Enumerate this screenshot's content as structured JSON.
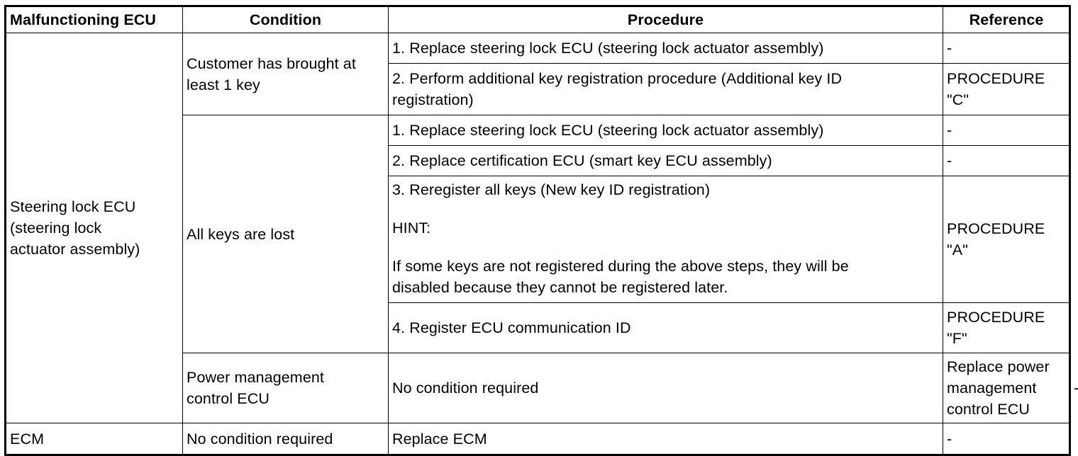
{
  "headers": {
    "malfunctioning_ecu": "Malfunctioning ECU",
    "condition": "Condition",
    "procedure": "Procedure",
    "reference": "Reference"
  },
  "steering": {
    "ecu_line1": "Steering lock ECU",
    "ecu_line2": "(steering lock",
    "ecu_line3": "actuator assembly)",
    "condition_a_line1": "Customer has brought at",
    "condition_a_line2": "least 1 key",
    "a_step1": "1. Replace steering lock ECU (steering lock actuator assembly)",
    "a_step1_ref": "-",
    "a_step2_line1": "2. Perform additional key registration procedure (Additional key ID",
    "a_step2_line2": "registration)",
    "a_step2_ref_line1": "PROCEDURE",
    "a_step2_ref_line2": "\"C\"",
    "condition_b": "All keys are lost",
    "b_step1": "1. Replace steering lock ECU (steering lock actuator assembly)",
    "b_step1_ref": "-",
    "b_step2": "2. Replace certification ECU (smart key ECU assembly)",
    "b_step2_ref": "-",
    "b_step3": "3. Reregister all keys (New key ID registration)",
    "b_step3_hint": "HINT:",
    "b_step3_note_line1": "If some keys are not registered during the above steps, they will be",
    "b_step3_note_line2": "disabled because they cannot be registered later.",
    "b_step3_ref_line1": "PROCEDURE",
    "b_step3_ref_line2": "\"A\"",
    "b_step4": "4. Register ECU communication ID",
    "b_step4_ref_line1": "PROCEDURE",
    "b_step4_ref_line2": "\"F\""
  },
  "power": {
    "ecu_line1": "Power management",
    "ecu_line2": "control ECU",
    "condition": "No condition required",
    "procedure": "Replace power management control ECU",
    "reference": "-"
  },
  "ecm": {
    "ecu": "ECM",
    "condition": "No condition required",
    "procedure": "Replace ECM",
    "reference": "-"
  }
}
